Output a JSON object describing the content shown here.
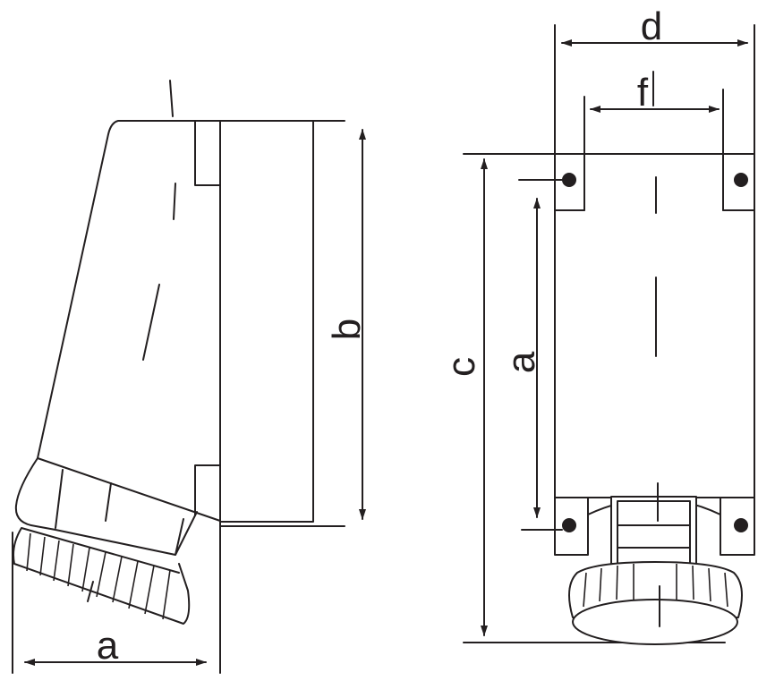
{
  "drawing": {
    "side_view": {
      "width_label": "a",
      "height_label": "b"
    },
    "front_view": {
      "total_height_label": "c",
      "hole_spacing_vertical_label": "a",
      "total_width_label": "d",
      "hole_spacing_horizontal_label": "f"
    },
    "colors": {
      "line": "#231f20",
      "background": "#ffffff"
    }
  }
}
